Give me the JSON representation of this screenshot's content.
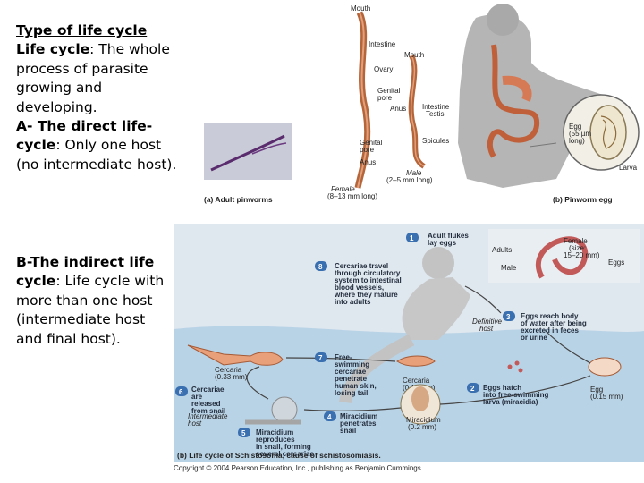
{
  "text_top": {
    "heading": "Type of life cycle",
    "line1_label": "Life cycle",
    "line1_rest": ": The whole",
    "line2": "process of parasite",
    "line3": "growing and",
    "line4": "developing.",
    "line5": "A- The direct life-",
    "line6_label": "cycle",
    "line6_rest": ": Only one host",
    "line7": "(no intermediate host)."
  },
  "text_bottom": {
    "line1": "B-The indirect life",
    "line2_label": "cycle",
    "line2_rest": ": Life cycle with",
    "line3": "more than one host",
    "line4": "(intermediate host",
    "line5": "and final host)."
  },
  "figure_a": {
    "labels": {
      "mouth_top": "Mouth",
      "intestine": "Intestine",
      "mouth_male": "Mouth",
      "ovary": "Ovary",
      "genital_pore_1": "Genital",
      "genital_pore_1b": "pore",
      "anus_1": "Anus",
      "intestine_m": "Intestine",
      "testis": "Testis",
      "genital_pore_2": "Genital",
      "genital_pore_2b": "pore",
      "spicules": "Spicules",
      "anus_2": "Anus",
      "male": "Male",
      "male_size": "(2–5 mm long)",
      "female": "Female",
      "female_size": "(8–13 mm long)",
      "egg": "Egg",
      "egg_size_1": "(55 µm",
      "egg_size_2": "long)",
      "larva": "Larva",
      "caption_a": "(a) Adult pinworms",
      "caption_b": "(b) Pinworm egg"
    }
  },
  "figure_b": {
    "steps": [
      {
        "num": "1",
        "text": [
          "Adult flukes",
          "lay eggs"
        ]
      },
      {
        "num": "8",
        "text": [
          "Cercariae travel",
          "through circulatory",
          "system to intestinal",
          "blood vessels,",
          "where they mature",
          "into adults"
        ]
      },
      {
        "num": "3",
        "text": [
          "Eggs reach body",
          "of water after being",
          "excreted in feces",
          "or urine"
        ]
      },
      {
        "num": "7",
        "text": [
          "Free-",
          "swimming",
          "cercariae",
          "penetrate",
          "human skin,",
          "losing tail"
        ]
      },
      {
        "num": "2",
        "text": [
          "Eggs hatch",
          "into free-swimming",
          "larva (miracidia)"
        ]
      },
      {
        "num": "6",
        "text": [
          "Cercariae",
          "are",
          "released",
          "from snail"
        ]
      },
      {
        "num": "4",
        "text": [
          "Miracidium",
          "penetrates",
          "snail"
        ]
      },
      {
        "num": "5",
        "text": [
          "Miracidium",
          "reproduces",
          "in snail, forming",
          "several cercariae"
        ]
      }
    ],
    "labels": {
      "adults": "Adults",
      "female": "Female",
      "female_size_1": "(size:",
      "female_size_2": "15–20 mm)",
      "eggs": "Eggs",
      "male": "Male",
      "definitive_1": "Definitive",
      "definitive_2": "host",
      "cercaria_left": "Cercaria",
      "cercaria_left_size": "(0.33 mm)",
      "cercaria_mid": "Cercaria",
      "cercaria_mid_size": "(0.13 mm)",
      "egg": "Egg",
      "egg_size": "(0.15 mm)",
      "miracidium": "Miracidium",
      "miracidium_size": "(0.2 mm)",
      "intermediate_1": "Intermediate",
      "intermediate_2": "host",
      "caption": "(b) Life cycle of Schistosoma, cause of schistosomiasis.",
      "copyright": "Copyright © 2004 Pearson Education, Inc., publishing as Benjamin Cummings."
    },
    "colors": {
      "step_badge": "#3a6fb0",
      "water": "#b9d3e6",
      "panel": "#dfe7ef"
    }
  }
}
